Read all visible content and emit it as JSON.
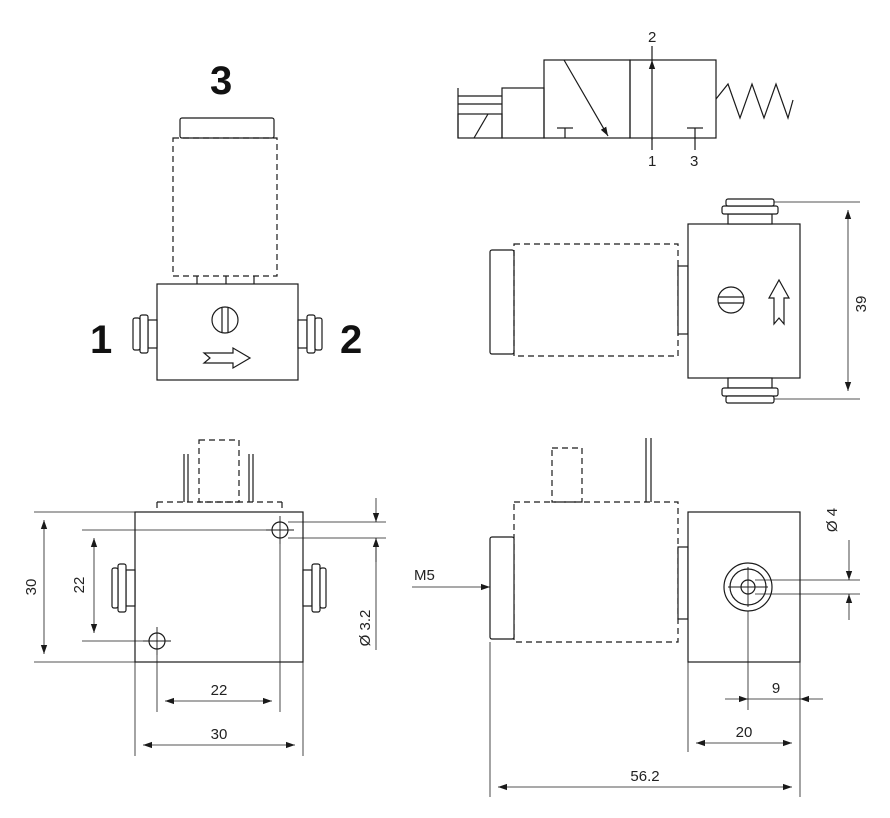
{
  "ports": {
    "port_3": "3",
    "port_1": "1",
    "port_2": "2"
  },
  "symbol": {
    "port_top": "2",
    "port_bottom_left": "1",
    "port_bottom_right": "3"
  },
  "dimensions": {
    "side_height": "39",
    "left_outer_height": "30",
    "left_inner_height": "22",
    "hole_pitch_width": "22",
    "body_width": "30",
    "mount_hole_diameter": "Ø 3.2",
    "thread": "M5",
    "port_diameter": "Ø 4",
    "port_offset": "9",
    "block_width": "20",
    "overall_length": "56.2"
  }
}
